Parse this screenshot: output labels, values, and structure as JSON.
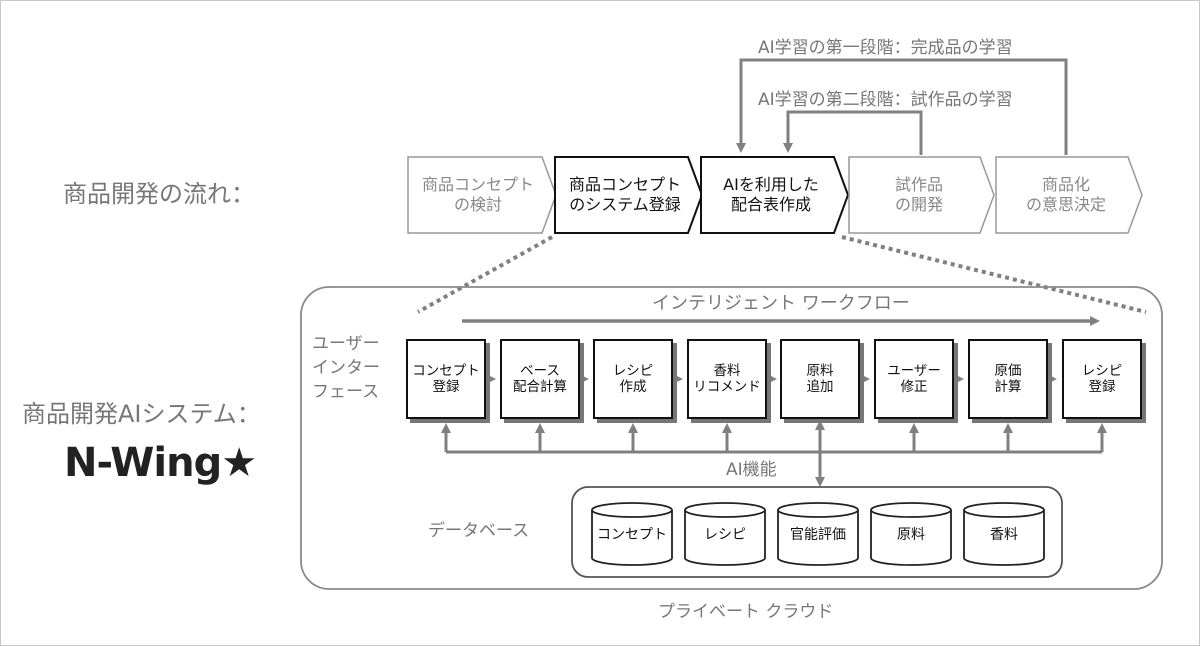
{
  "flow": {
    "label": "商品開発の流れ：",
    "learning_stage1": "AI学習の第一段階：完成品の学習",
    "learning_stage2": "AI学習の第二段階：試作品の学習",
    "steps": [
      {
        "text": "商品コンセプト\nの検討",
        "active": false
      },
      {
        "text": "商品コンセプト\nのシステム登録",
        "active": true
      },
      {
        "text": "AIを利用した\n配合表作成",
        "active": true
      },
      {
        "text": "試作品\nの開発",
        "active": false
      },
      {
        "text": "商品化\nの意思決定",
        "active": false
      }
    ]
  },
  "system": {
    "label": "商品開発AIシステム：",
    "logo_text": "N-Wing★",
    "workflow_title": "インテリジェント ワークフロー",
    "ui_label": "ユーザー\nインター\nフェース",
    "modules": [
      "コンセプト\n登録",
      "ベース\n配合計算",
      "レシピ\n作成",
      "香料\nリコメンド",
      "原料\n追加",
      "ユーザー\n修正",
      "原価\n計算",
      "レシピ\n登録"
    ],
    "ai_function_label": "AI機能",
    "database_label": "データベース",
    "databases": [
      "コンセプト",
      "レシピ",
      "官能評価",
      "原料",
      "香料"
    ],
    "cloud_label": "プライベート クラウド"
  },
  "colors": {
    "gray_text": "#777777",
    "arrow_gray": "#808080",
    "dark": "#111111"
  }
}
